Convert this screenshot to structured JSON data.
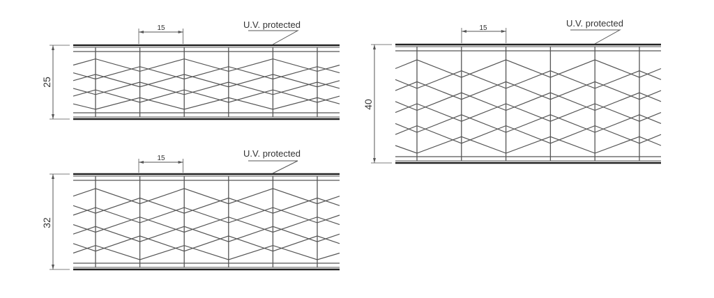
{
  "panels": [
    {
      "thickness_label": "25",
      "pitch_label": "15",
      "uv_label": "U.V. protected",
      "zigzag_lines": 6
    },
    {
      "thickness_label": "40",
      "pitch_label": "15",
      "uv_label": "U.V. protected",
      "zigzag_lines": 8
    },
    {
      "thickness_label": "32",
      "pitch_label": "15",
      "uv_label": "U.V. protected",
      "zigzag_lines": 7
    }
  ],
  "colors": {
    "line": "#555555",
    "thick": "#222222"
  }
}
